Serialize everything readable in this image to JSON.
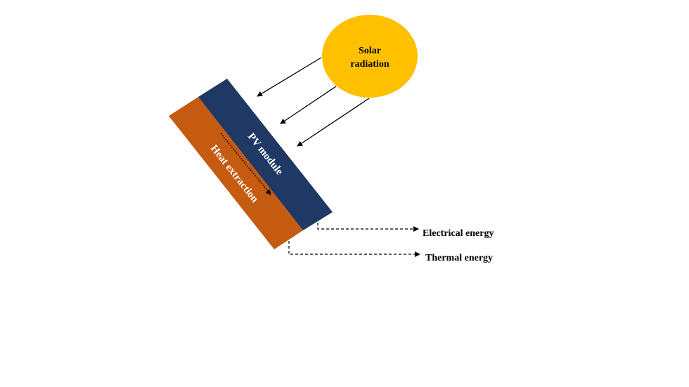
{
  "sun": {
    "label_line1": "Solar",
    "label_line2": "radiation",
    "color": "#FFC000"
  },
  "pv_module": {
    "label": "PV module",
    "color": "#1F3864"
  },
  "heat_extraction": {
    "label": "Heat extraction",
    "color": "#C55A11"
  },
  "outputs": {
    "electrical": "Electrical energy",
    "thermal": "Thermal energy"
  }
}
